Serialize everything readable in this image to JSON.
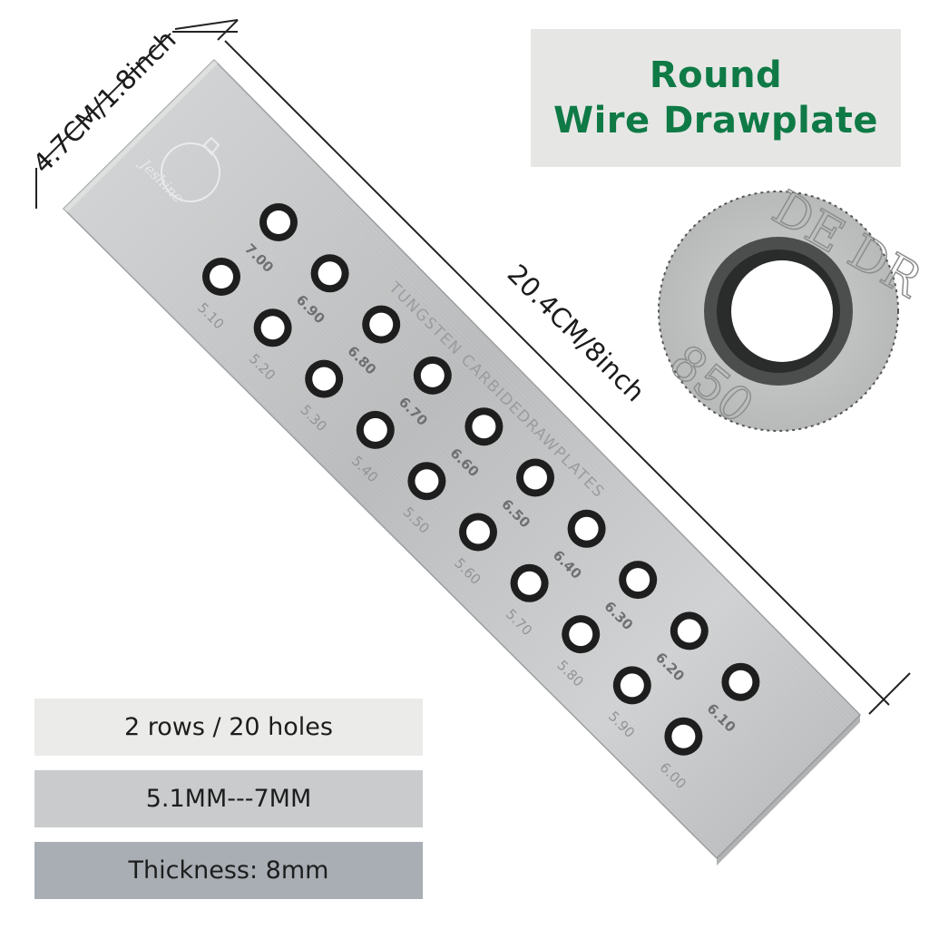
{
  "title": {
    "line1": "Round",
    "line2": "Wire Drawplate"
  },
  "dimensions": {
    "width": "4.7CM/1.8inch",
    "length": "20.4CM/8inch"
  },
  "specs": {
    "rows_holes": "2 rows / 20 holes",
    "range": "5.1MM---7MM",
    "thickness": "Thickness: 8mm"
  },
  "plate": {
    "engraving": "TUNGSTEN CARBIDEDRAWPLATES",
    "upper_row": [
      "7.00",
      "6.90",
      "6.80",
      "6.70",
      "6.60",
      "6.50",
      "6.40",
      "6.30",
      "6.20",
      "6.10"
    ],
    "lower_row": [
      "5.10",
      "5.20",
      "5.30",
      "5.40",
      "5.50",
      "5.60",
      "5.70",
      "5.80",
      "5.90",
      "6.00"
    ]
  },
  "zoom_detail": {
    "number": "850",
    "partial_text": "DE DR"
  },
  "colors": {
    "title_green": "#0f7a46",
    "plate_steel": "#c4c6c7",
    "hole_dark": "#1e1e1e"
  }
}
